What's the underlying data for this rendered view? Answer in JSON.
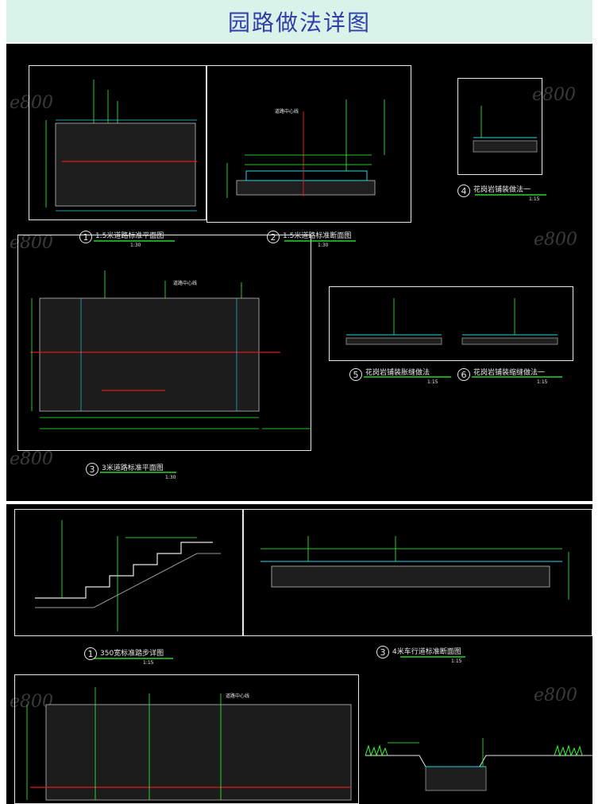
{
  "header": {
    "title": "园路做法详图"
  },
  "watermark": {
    "text": "e800"
  },
  "drawings": [
    {
      "num": "1",
      "title": "1.5米道路标准平面图",
      "scale": "1:30"
    },
    {
      "num": "2",
      "title": "1.5米道路标准断面图",
      "scale": "1:30"
    },
    {
      "num": "3",
      "title": "3米道路标准平面图",
      "scale": "1:30"
    },
    {
      "num": "4",
      "title": "花岗岩铺装做法一",
      "scale": "1:15"
    },
    {
      "num": "5",
      "title": "花岗岩铺装胀缝做法",
      "scale": "1:15"
    },
    {
      "num": "6",
      "title": "花岗岩铺装缩缝做法一",
      "scale": "1:15"
    },
    {
      "num": "1",
      "title": "350宽标准踏步详图",
      "scale": "1:15"
    },
    {
      "num": "3",
      "title": "4米车行道标准断面图",
      "scale": "1:15"
    }
  ],
  "notes": {
    "road_center": "道路中心线"
  },
  "colors": {
    "banner_bg": "#d9f2ea",
    "banner_text": "#2f3fa8",
    "sheet_bg": "#000000",
    "cad_green": "#31ff31",
    "cad_red": "#e01a1a",
    "cad_cyan": "#29d6e6"
  }
}
